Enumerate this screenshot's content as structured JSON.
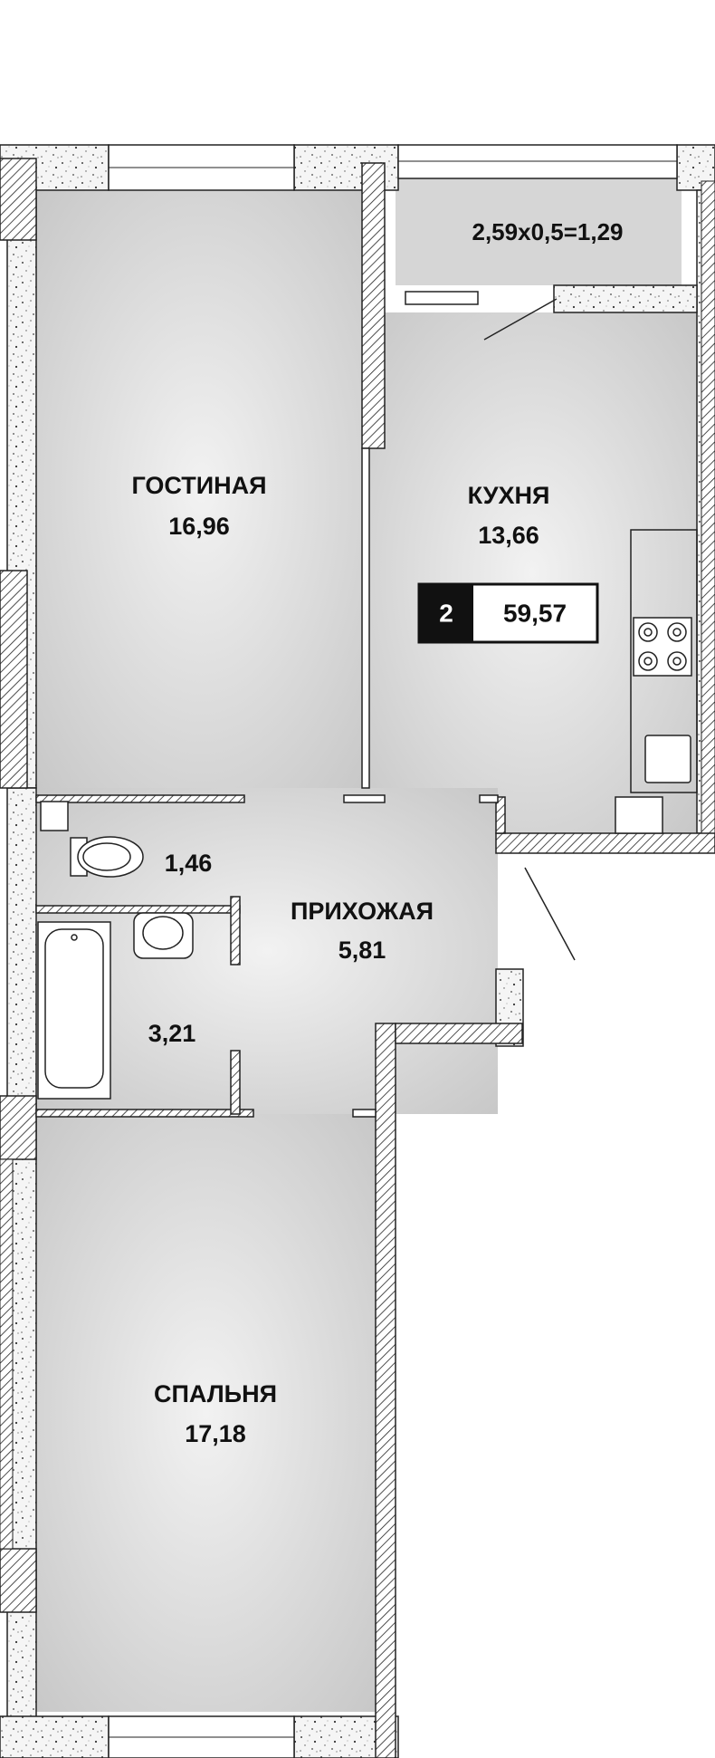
{
  "plan": {
    "rooms": [
      {
        "id": "living",
        "name": "ГОСТИНАЯ",
        "area": "16,96"
      },
      {
        "id": "kitchen",
        "name": "КУХНЯ",
        "area": "13,66"
      },
      {
        "id": "hall",
        "name": "ПРИХОЖАЯ",
        "area": "5,81"
      },
      {
        "id": "bedroom",
        "name": "СПАЛЬНЯ",
        "area": "17,18"
      },
      {
        "id": "wc",
        "name": "",
        "area": "1,46"
      },
      {
        "id": "bath",
        "name": "",
        "area": "3,21"
      }
    ],
    "balcony": {
      "formula": "2,59x0,5=1,29"
    },
    "badge": {
      "rooms": "2",
      "total_area": "59,57"
    }
  },
  "colors": {
    "wall_hatch": "#222222",
    "exterior_wall": "#f7f7f7",
    "floor": "#cfcfcf",
    "badge_bg": "#111111",
    "badge_fg": "#ffffff"
  }
}
